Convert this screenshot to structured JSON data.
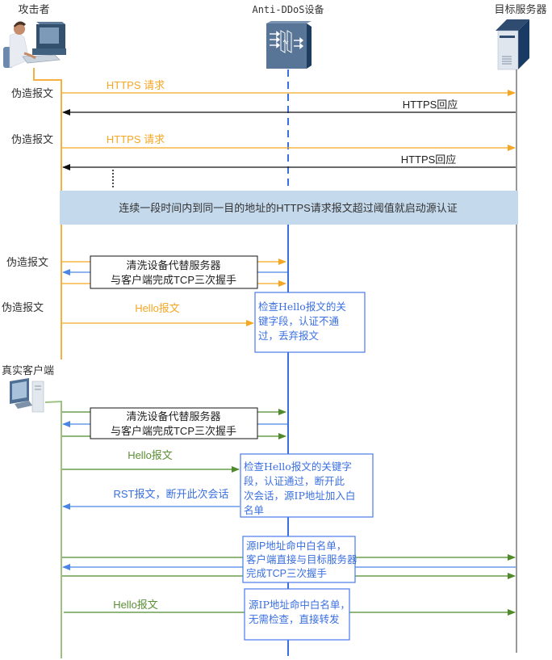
{
  "actors": {
    "attacker": {
      "label": "攻击者",
      "icon": "attacker-at-computer-icon"
    },
    "anti_ddos": {
      "label": "Anti-DDoS设备",
      "icon": "anti-ddos-device-icon"
    },
    "server": {
      "label": "目标服务器",
      "icon": "server-tower-icon"
    },
    "client": {
      "label": "真实客户端",
      "icon": "desktop-computer-icon"
    }
  },
  "colors": {
    "attacker_line": "#f5a623",
    "client_line": "#5b8f35",
    "client_lifeline": "#9dc183",
    "device_line": "#3a6fe0",
    "response_line": "#222222",
    "note_border": "#4a7ae8",
    "note_text": "#3a6fe0",
    "banner_bg": "#c5d9ec"
  },
  "phase1": {
    "side_labels": [
      "伪造报文",
      "伪造报文"
    ],
    "request_label": "HTTPS 请求",
    "response_label": "HTTPS回应",
    "continuation": "⋮"
  },
  "banner": {
    "text": "连续一段时间内到同一目的地址的HTTPS请求报文超过阈值就启动源认证"
  },
  "phase2": {
    "side_labels": [
      "伪造报文",
      "伪造报文"
    ],
    "handshake_box": [
      "清洗设备代替服务器",
      "与客户端完成TCP三次握手"
    ],
    "hello_label": "Hello报文",
    "check_note": [
      "检查Hello报文的关",
      "键字段，认证不通",
      "过，丢弃报文"
    ]
  },
  "phase3": {
    "handshake_box": [
      "清洗设备代替服务器",
      "与客户端完成TCP三次握手"
    ],
    "hello_label": "Hello报文",
    "check_note": [
      "检查Hello报文的关键字",
      "段，认证通过，断开此",
      "次会话，源IP地址加入白",
      "名单"
    ],
    "rst_label": "RST报文，断开此次会话",
    "whitelist_note": [
      "源IP地址命中白名单，",
      "客户端直接与目标服务器",
      "完成TCP三次握手"
    ],
    "hello_label_2": "Hello报文",
    "forward_note": [
      "源IP地址命中白名单，",
      "无需检查，直接转发"
    ]
  }
}
